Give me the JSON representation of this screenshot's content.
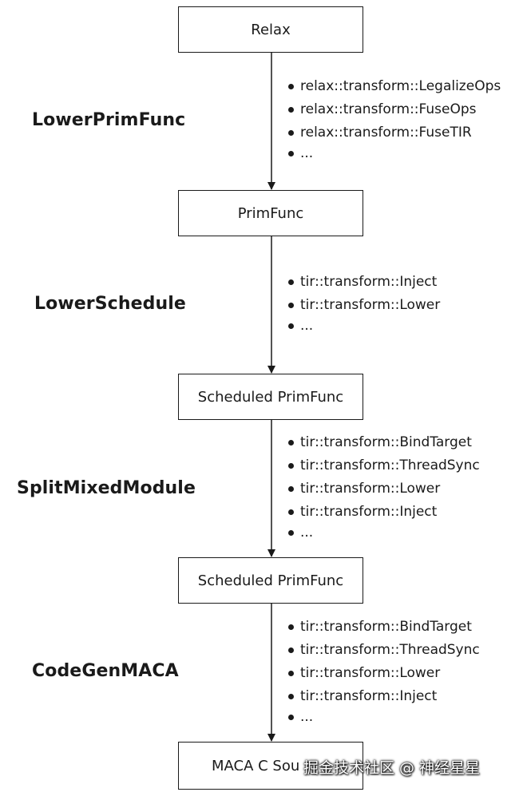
{
  "nodes": {
    "relax": "Relax",
    "primfunc": "PrimFunc",
    "scheduled_1": "Scheduled PrimFunc",
    "scheduled_2": "Scheduled PrimFunc",
    "maca_c_source": "MACA C Sou"
  },
  "stages": [
    {
      "label": "LowerPrimFunc",
      "passes": [
        "relax::transform::LegalizeOps",
        "relax::transform::FuseOps",
        "relax::transform::FuseTIR",
        "..."
      ]
    },
    {
      "label": "LowerSchedule",
      "passes": [
        "tir::transform::Inject",
        "tir::transform::Lower",
        "..."
      ]
    },
    {
      "label": "SplitMixedModule",
      "passes": [
        "tir::transform::BindTarget",
        "tir::transform::ThreadSync",
        "tir::transform::Lower",
        "tir::transform::Inject",
        "..."
      ]
    },
    {
      "label": "CodeGenMACA",
      "passes": [
        "tir::transform::BindTarget",
        "tir::transform::ThreadSync",
        "tir::transform::Lower",
        "tir::transform::Inject",
        "..."
      ]
    }
  ],
  "watermark": "掘金技术社区 @ 神经星星"
}
